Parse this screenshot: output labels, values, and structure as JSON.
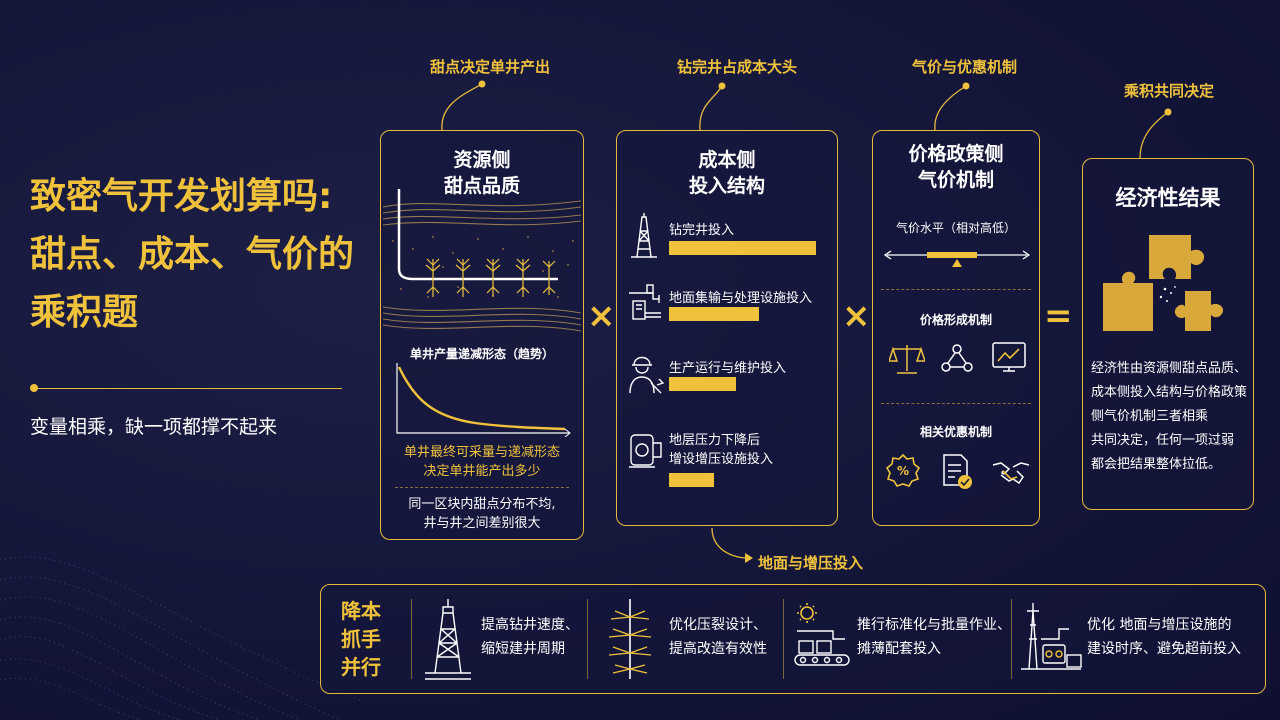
{
  "title": {
    "line1": "致密气开发划算吗:",
    "line2": "甜点、成本、气价的",
    "line3": "乘积题",
    "subtitle": "变量相乘，缺一项都撑不起来"
  },
  "callouts": {
    "resource": "甜点决定单井产出",
    "cost": "钻完井占成本大头",
    "price": "气价与优惠机制",
    "result": "乘积共同决定",
    "ground": "地面与增压投入"
  },
  "operators": {
    "times1": "×",
    "times2": "×",
    "equals": "="
  },
  "resource_panel": {
    "title1": "资源侧",
    "title2": "甜点品质",
    "curve_title": "单井产量递减形态（趋势）",
    "note1_l1": "单井最终可采量与递减形态",
    "note1_l2": "决定单井能产出多少",
    "note2_l1": "同一区块内甜点分布不均,",
    "note2_l2": "井与井之间差别很大"
  },
  "cost_panel": {
    "title1": "成本侧",
    "title2": "投入结构",
    "items": [
      {
        "label": "钻完井投入",
        "share": 0.92
      },
      {
        "label": "地面集输与处理设施投入",
        "share": 0.56
      },
      {
        "label": "生产运行与维护投入",
        "share": 0.42
      },
      {
        "label_l1": "地层压力下降后",
        "label_l2": "增设增压设施投入",
        "share": 0.28
      }
    ]
  },
  "price_panel": {
    "title1": "价格政策侧",
    "title2": "气价机制",
    "level_label": "气价水平（相对高低）",
    "mechanism_label": "价格形成机制",
    "incentive_label": "相关优惠机制"
  },
  "result_panel": {
    "title": "经济性结果",
    "desc": [
      "经济性由资源侧甜点品质、",
      "成本侧投入结构与价格政策",
      "侧气价机制三者相乘",
      "共同决定，任何一项过弱",
      "都会把结果整体拉低。"
    ]
  },
  "bottom": {
    "label": [
      "降本",
      "抓手",
      "并行"
    ],
    "items": [
      {
        "l1": "提高钻井速度、",
        "l2": "缩短建井周期"
      },
      {
        "l1": "优化压裂设计、",
        "l2": "提高改造有效性"
      },
      {
        "l1": "推行标准化与批量作业、",
        "l2": "摊薄配套投入"
      },
      {
        "l1": "优化 地面与增压设施的",
        "l2": "建设时序、避免超前投入"
      }
    ]
  },
  "colors": {
    "gold": "#f0c23c",
    "background": "#14163a"
  }
}
